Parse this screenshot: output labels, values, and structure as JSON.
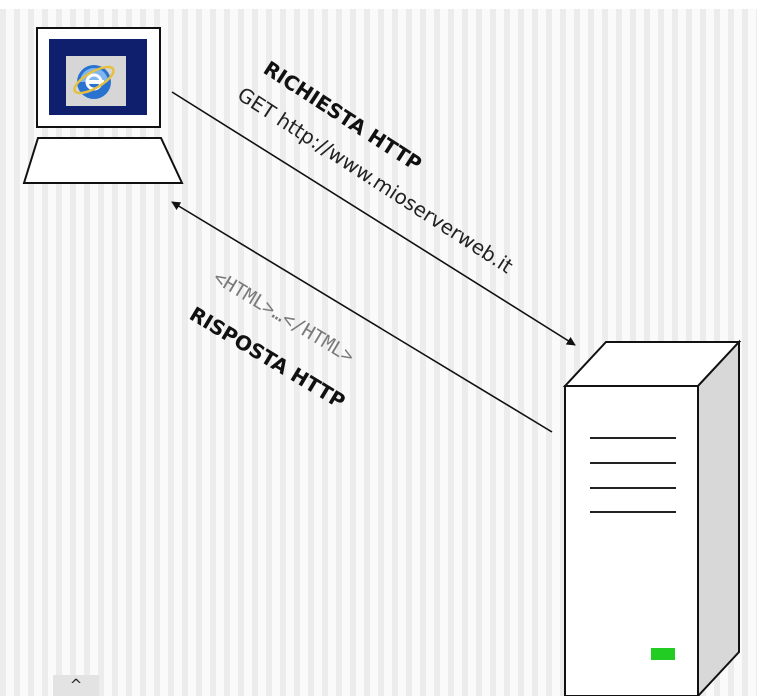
{
  "request": {
    "title": "RICHIESTA HTTP",
    "url": "GET http://www.mioserverweb.it"
  },
  "response": {
    "body": "<HTML>…</HTML>",
    "title": "RISPOSTA HTTP"
  },
  "scroll_button": {
    "label": "^"
  },
  "icons": {
    "client": "laptop-icon",
    "browser": "internet-explorer-icon",
    "server": "server-tower-icon",
    "status_led": "power-led-icon"
  },
  "colors": {
    "background": "#fafafa",
    "stripes": "#ececec",
    "screen": "#0f1f6e",
    "browser_logo": "#2a72d0",
    "led": "#22cc22"
  }
}
